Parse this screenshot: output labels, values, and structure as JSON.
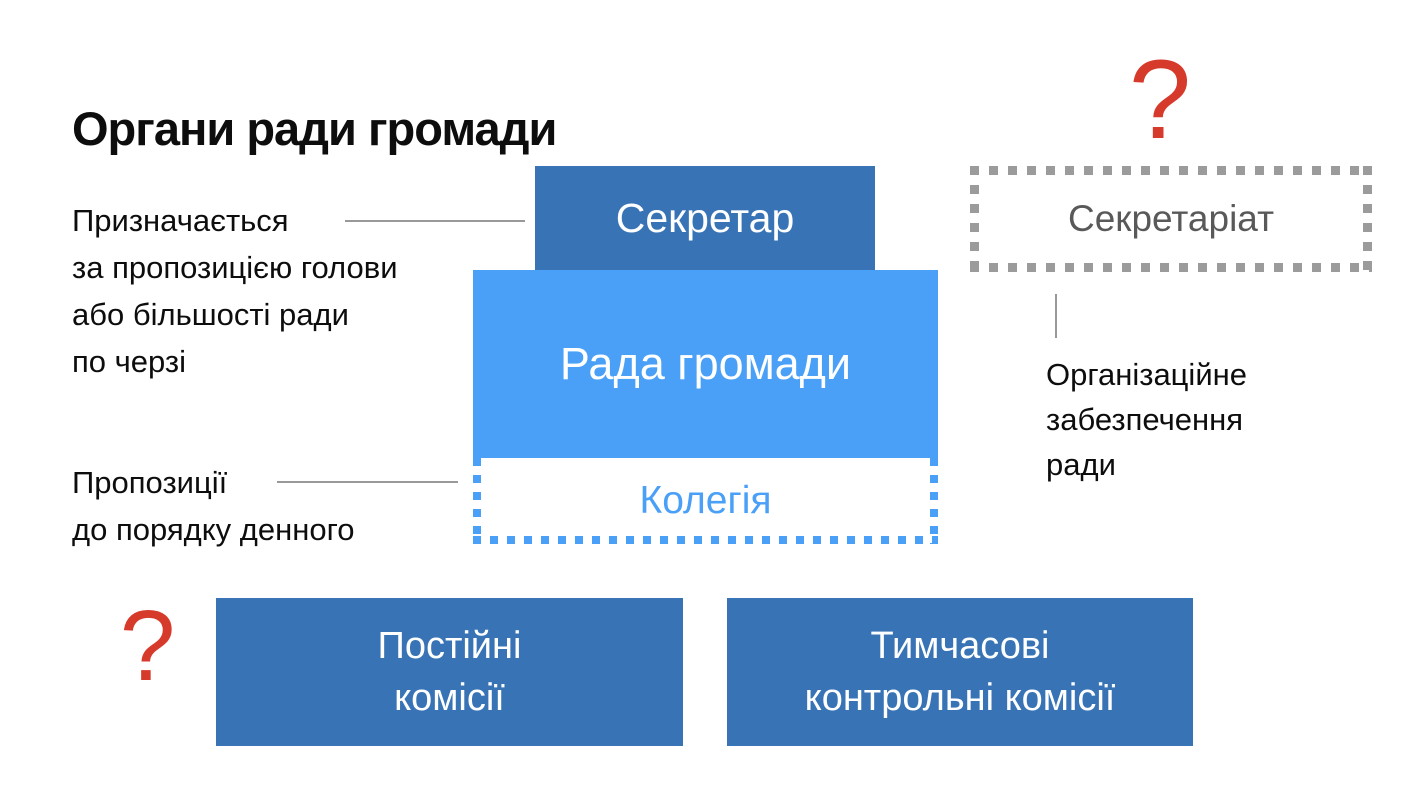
{
  "slide": {
    "title": "Органи ради громади",
    "colors": {
      "dark_blue": "#3874B5",
      "light_blue": "#4AA0F7",
      "red": "#D63A2A",
      "gray_dotted_border": "#9B9B9B",
      "gray_text": "#595959",
      "connector_gray": "#999999",
      "text_black": "#0D0D0D"
    },
    "chart": {
      "sekretar": {
        "label": "Секретар"
      },
      "rada": {
        "label": "Рада громади"
      },
      "kolehiia": {
        "label": "Колегія"
      },
      "sekretariat": {
        "label": "Секретаріат"
      },
      "postiini": {
        "lines": [
          "Постійні",
          "комісії"
        ]
      },
      "tymchasovi": {
        "lines": [
          "Тимчасові",
          "контрольні комісії"
        ]
      }
    },
    "annotations": {
      "appointment": {
        "lines": [
          "Призначається",
          "за пропозицією голови",
          "або більшості ради",
          "по черзі"
        ]
      },
      "proposals": {
        "lines": [
          "Пропозиції",
          "до порядку денного"
        ]
      },
      "org_support": {
        "lines": [
          "Організаційне",
          "забезпечення",
          "ради"
        ]
      },
      "question_top": "?",
      "question_bottom": "?"
    }
  }
}
